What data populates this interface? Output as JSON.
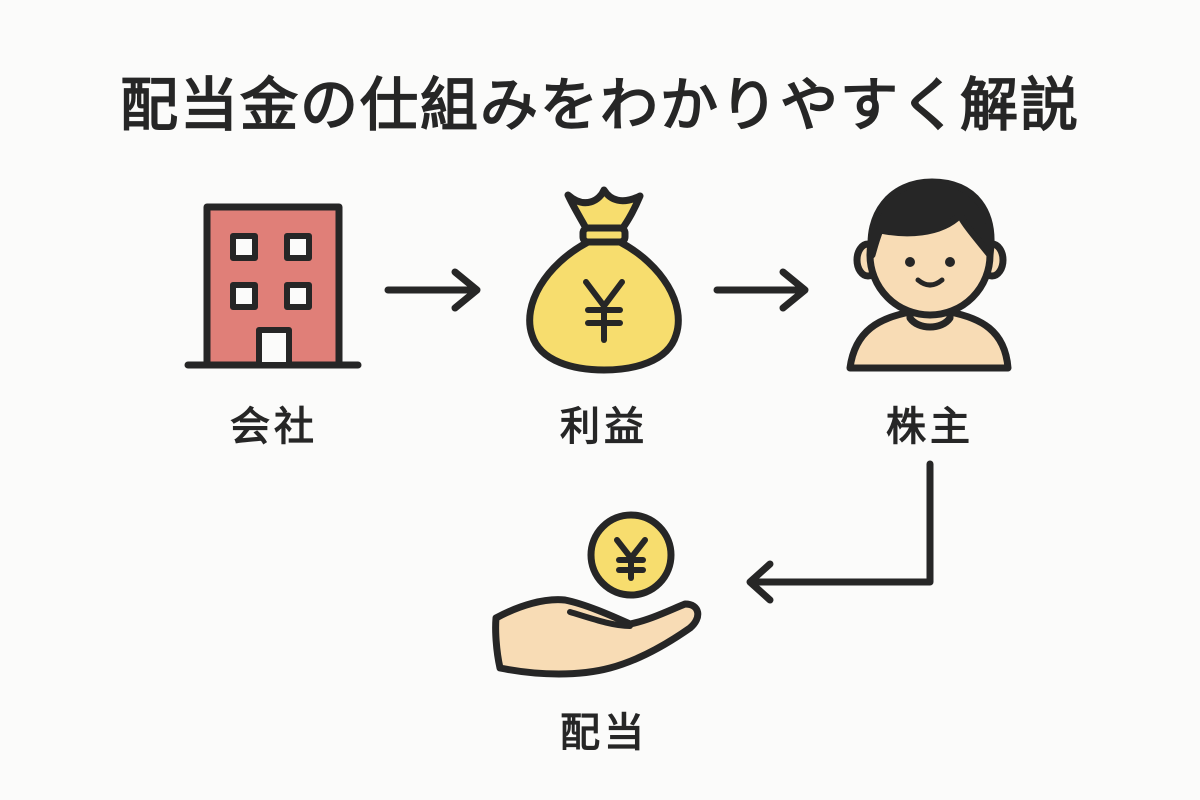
{
  "title": "配当金の仕組みをわかりやすく解説",
  "nodes": {
    "company": {
      "label": "会社",
      "icon": "building-icon"
    },
    "profit": {
      "label": "利益",
      "icon": "money-bag-icon",
      "symbol": "¥"
    },
    "shareholder": {
      "label": "株主",
      "icon": "person-icon"
    },
    "dividend": {
      "label": "配当",
      "icon": "hand-coin-icon",
      "symbol": "¥"
    }
  },
  "colors": {
    "building": "#e07f78",
    "gold": "#f7dd6e",
    "skin": "#f8dcb5",
    "hair": "#262626",
    "stroke": "#262626"
  }
}
